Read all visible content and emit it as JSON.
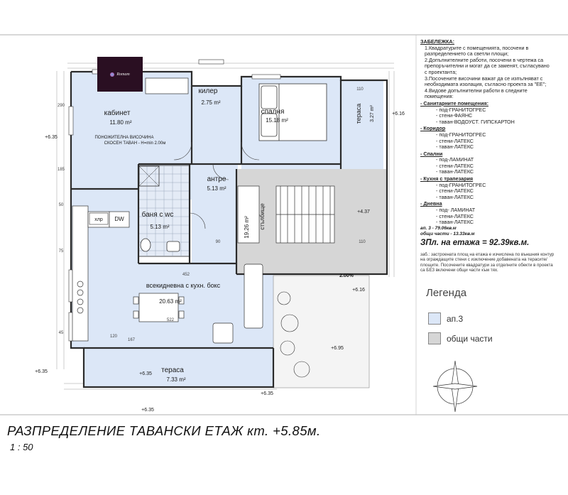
{
  "logo": {
    "text": "Romam"
  },
  "rooms": {
    "cabinet": {
      "name": "кабинет",
      "area": "11.80 m²"
    },
    "storage": {
      "name": "килер",
      "area": "2.75 m²"
    },
    "bedroom": {
      "name": "спалня",
      "area": "15.18 m²"
    },
    "terrace_right": {
      "name": "тераса",
      "area": "3.27 m²"
    },
    "entrance": {
      "name": "антре",
      "area": "5.13 m²"
    },
    "bathroom": {
      "name": "баня с wc",
      "area": "5.13 m²"
    },
    "stairs": {
      "name": "стълбище",
      "area": "19.26 m²"
    },
    "living": {
      "name": "всекидневна с кухн. бокс",
      "area": "20.63 m²"
    },
    "terrace_bottom": {
      "name": "тераса",
      "area": "7.33 m²"
    }
  },
  "plan_labels": {
    "slope_note_1": "ПОНОЖИТЕЛНА ВИСОЧИНА",
    "slope_note_2": "СКОСЕН ТАВАН - Н=min 2.00м",
    "fridge": "хлр",
    "dishwasher": "DW",
    "slope_pct": "2.00%"
  },
  "levels": [
    "+6.35",
    "+6.16",
    "+4.37",
    "+6.35",
    "+6.35",
    "+6.35",
    "+6.16",
    "+6.95",
    "+6.35"
  ],
  "dimensions": [
    "110",
    "290",
    "50",
    "75",
    "45",
    "185",
    "452",
    "522",
    "167",
    "110",
    "90",
    "120"
  ],
  "notes": {
    "title": "ЗАБЕЛЕЖКА:",
    "items": [
      "1.Квадратурите с помещенията, посочени в разпределението са светли площи;",
      "2.Допълнителните работи, посочени в чертежа са препоръчителни и могат да се заменят, съгласувано с проектанта;",
      "3.Посочените височини важат да се изпълняват с необходимата изолация, съгласно проекта за \"ЕЕ\";",
      "4.Видове допълнителни работи в следните помещения:"
    ],
    "sections": [
      {
        "name": "- Санитарните помещения:",
        "items": [
          "- под-ГРАНИТОГРЕС",
          "- стени-ФАЯНС",
          "- таван-ВОДОУСТ. ГИПСКАРТОН"
        ]
      },
      {
        "name": "- Коридор",
        "items": [
          "- под-ГРАНИТОГРЕС",
          "- стени-ЛАТЕКС",
          "- таван-ЛАТЕКС"
        ]
      },
      {
        "name": "- Спални",
        "items": [
          "- под-ЛАМИНАТ",
          "- стени-ЛАТЕКС",
          "- таван-ЛАТЕКС"
        ]
      },
      {
        "name": "- Кухня с трапезария",
        "items": [
          "- под-ГРАНИТОГРЕС",
          "- стени-ЛАТЕКС",
          "- таван-ЛАТЕКС"
        ]
      },
      {
        "name": "- Дневна",
        "items": [
          "- под- ЛАМИНАТ",
          "- стени-ЛАТЕКС",
          "- таван-ЛАТЕКС"
        ]
      }
    ]
  },
  "areas": {
    "line1": "ап. 3 - 79.06кв.м",
    "line2": "общи части - 13.33кв.м",
    "total": "ЗПл. на етажа = 92.39кв.м.",
    "note": "заб.: застроената площ на етажа е изчислена по външния контур на ограждащите стени с изключение добавената на терасите/площите. Посочените квадратури за отделните обекти в проекта са БЕЗ включени общи части към тях."
  },
  "legend": {
    "title": "Легенда",
    "items": [
      {
        "label": "ап.3",
        "color": "#dce7f7"
      },
      {
        "label": "общи части",
        "color": "#d6d6d6"
      }
    ]
  },
  "footer": {
    "title": "РАЗПРЕДЕЛЕНИЕ ТАВАНСКИ ЕТАЖ кт. +5.85м.",
    "scale": "1 : 50"
  }
}
